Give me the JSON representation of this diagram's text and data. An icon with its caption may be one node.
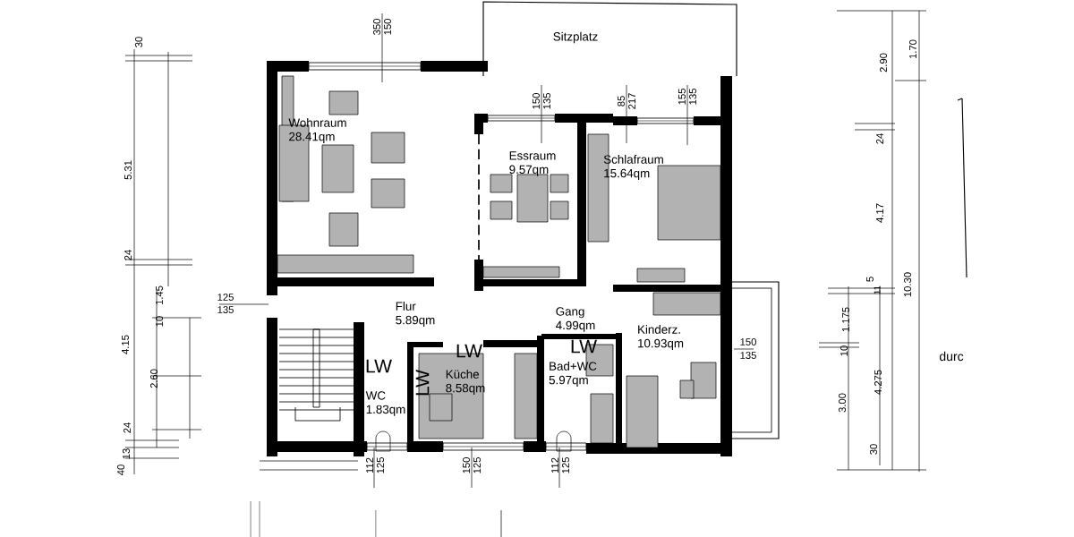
{
  "diagram": {
    "nodes": [
      {
        "text": [
          "Sitzplatz"
        ]
      },
      {
        "text": [
          "Wohnraum",
          "28.41qm"
        ]
      },
      {
        "text": [
          "Essraum",
          "9.57qm"
        ]
      },
      {
        "text": [
          "Schlafraum",
          "15.64qm"
        ]
      },
      {
        "text": [
          "Flur",
          "5.89qm"
        ]
      },
      {
        "text": [
          "Gang",
          "4.99qm"
        ]
      },
      {
        "text": [
          "Kinderz.",
          "10.93qm"
        ]
      },
      {
        "text": [
          "Küche",
          "8.58qm"
        ]
      },
      {
        "text": [
          "Bad+WC",
          "5.97qm"
        ]
      },
      {
        "text": [
          "WC",
          "1.83qm"
        ]
      }
    ],
    "labels": [
      "350",
      "150",
      "30",
      "1.70",
      "2.90",
      "150",
      "135",
      "85",
      "217",
      "155",
      "135",
      "24",
      "5.31",
      "4.17",
      "24",
      "1.45",
      "125",
      "5",
      "11",
      "10.30",
      "10",
      "135",
      "1.175",
      "4.15",
      "LW",
      "LW",
      "150",
      "10",
      "durc",
      "2.60",
      "LW",
      "LW",
      "135",
      "4.275",
      "3.00",
      "24",
      "30",
      "13",
      "40",
      "112",
      "125",
      "150",
      "125",
      "112",
      "125"
    ]
  }
}
